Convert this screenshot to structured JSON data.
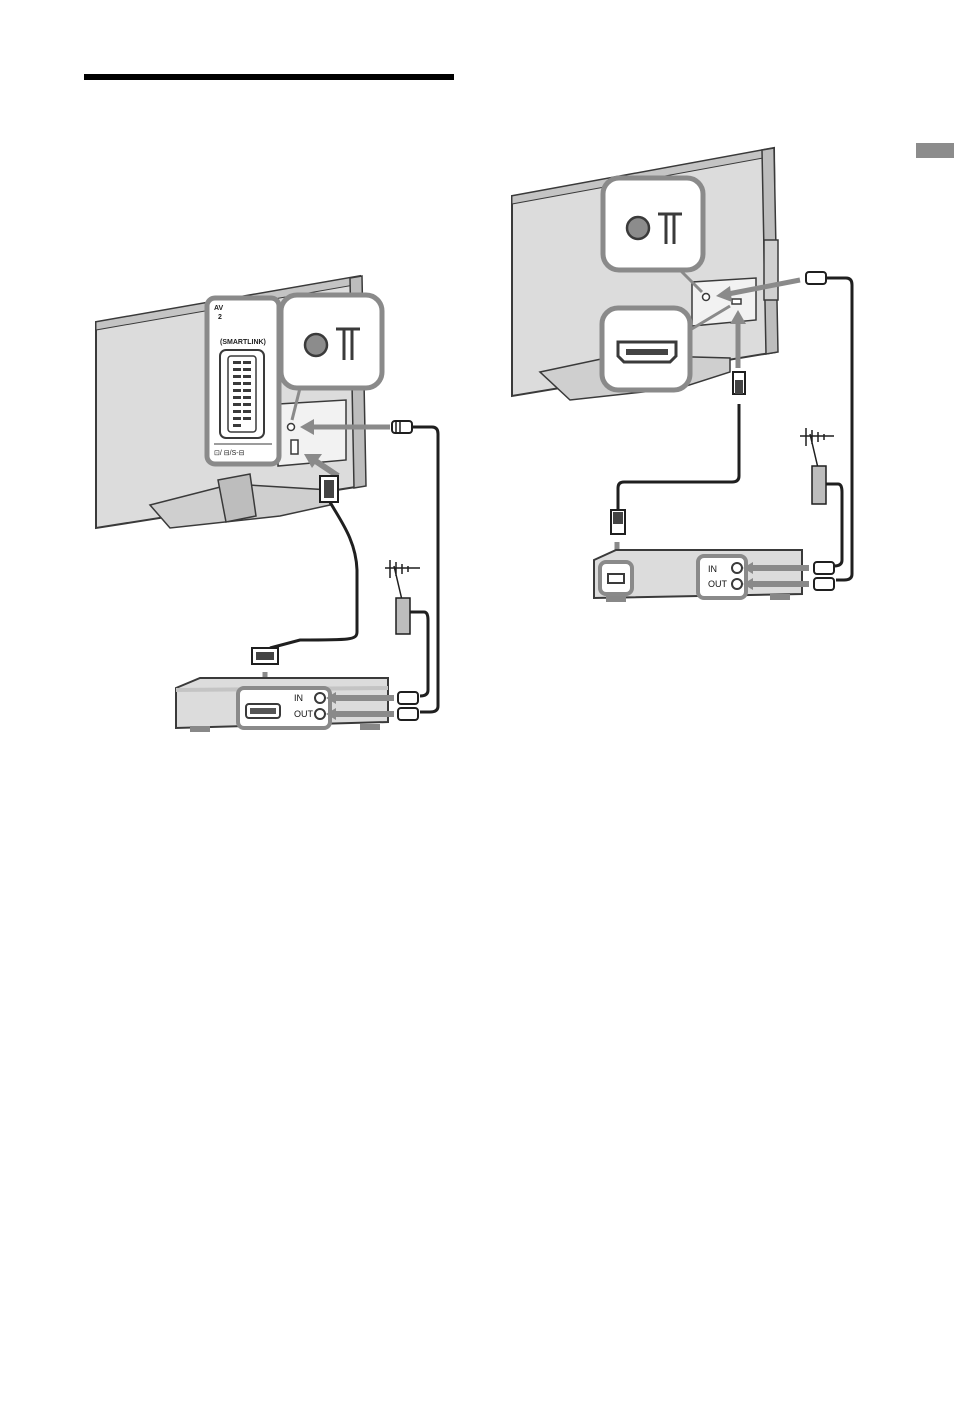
{
  "colors": {
    "tv_body": "#dedede",
    "tv_dark": "#b3b3b3",
    "outline": "#3a3a3a",
    "highlight": "#8a8a8a",
    "cable": "#1f1f1f",
    "section_tab": "#8c8c8c"
  },
  "diagram_left": {
    "av_label": "AV",
    "av_number": "2",
    "smartlink_label": "(SMARTLINK)",
    "scart_footer": "⊡/ ⊟/S-⊟",
    "in_label": "IN",
    "out_label": "OUT"
  },
  "diagram_right": {
    "in_label": "IN",
    "out_label": "OUT"
  },
  "icons": [
    "antenna-socket-icon",
    "aerial-icon",
    "scart-connector-icon",
    "hdmi-connector-icon",
    "rf-plug-icon",
    "arrow-icon"
  ]
}
